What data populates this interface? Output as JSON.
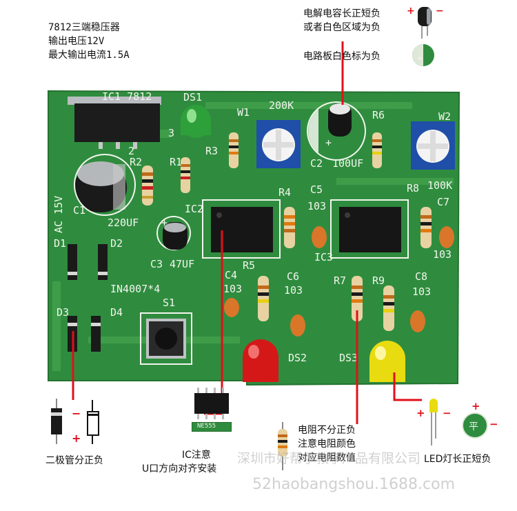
{
  "notes": {
    "regulator": [
      "7812三端稳压器",
      "输出电压12V",
      "最大输出电流1.5A"
    ],
    "electrolytic": [
      "电解电容长正短负",
      "或者白色区域为负"
    ],
    "pcb_white": "电路板白色标为负",
    "diode": "二极管分正负",
    "ic": [
      "IC注意",
      "U口方向对齐安装"
    ],
    "ic_chip_label": "NE555",
    "resistor": [
      "电阻不分正负",
      "注意电阻颜色",
      "对应电阻数值"
    ],
    "led": "LED灯长正短负"
  },
  "silkscreen": {
    "ic1": "IC1 7812",
    "ds1": "DS1",
    "ds2": "DS2",
    "ds3": "DS3",
    "w1": "W1",
    "w2": "W2",
    "w1_value": "200K",
    "w2_value": "100K",
    "r1": "R1",
    "r2": "R2",
    "r3": "R3",
    "r4": "R4",
    "r5": "R5",
    "r6": "R6",
    "r7": "R7",
    "r8": "R8",
    "r9": "R9",
    "c1": "C1",
    "c1_value": "220UF",
    "c2": "C2",
    "c2_value": "100UF",
    "c3": "C3",
    "c3_value": "47UF",
    "c4": "C4",
    "c5": "C5",
    "c6": "C6",
    "c7": "C7",
    "c8": "C8",
    "cap_103": "103",
    "ic2": "IC2",
    "ic3": "IC3",
    "d1": "D1",
    "d2": "D2",
    "d3": "D3",
    "d4": "D4",
    "diode_part": "IN4007*4",
    "s1": "S1",
    "ac": "AC 15V",
    "num_3": "3",
    "num_2": "2",
    "plus": "+"
  },
  "symbols": {
    "plus": "+",
    "minus": "−",
    "flat_plus": "平"
  },
  "watermark": {
    "shop": "深圳市好帮手教学产品有限公司",
    "url": "52haobangshou.1688.com"
  },
  "colors": {
    "board": "#2f8c3e",
    "board_light": "#48a651",
    "silk": "#f2f6ee",
    "red_line": "#e0101a",
    "led_green": "#2ea03a",
    "led_red": "#d41818",
    "led_yellow": "#e8dc10"
  }
}
